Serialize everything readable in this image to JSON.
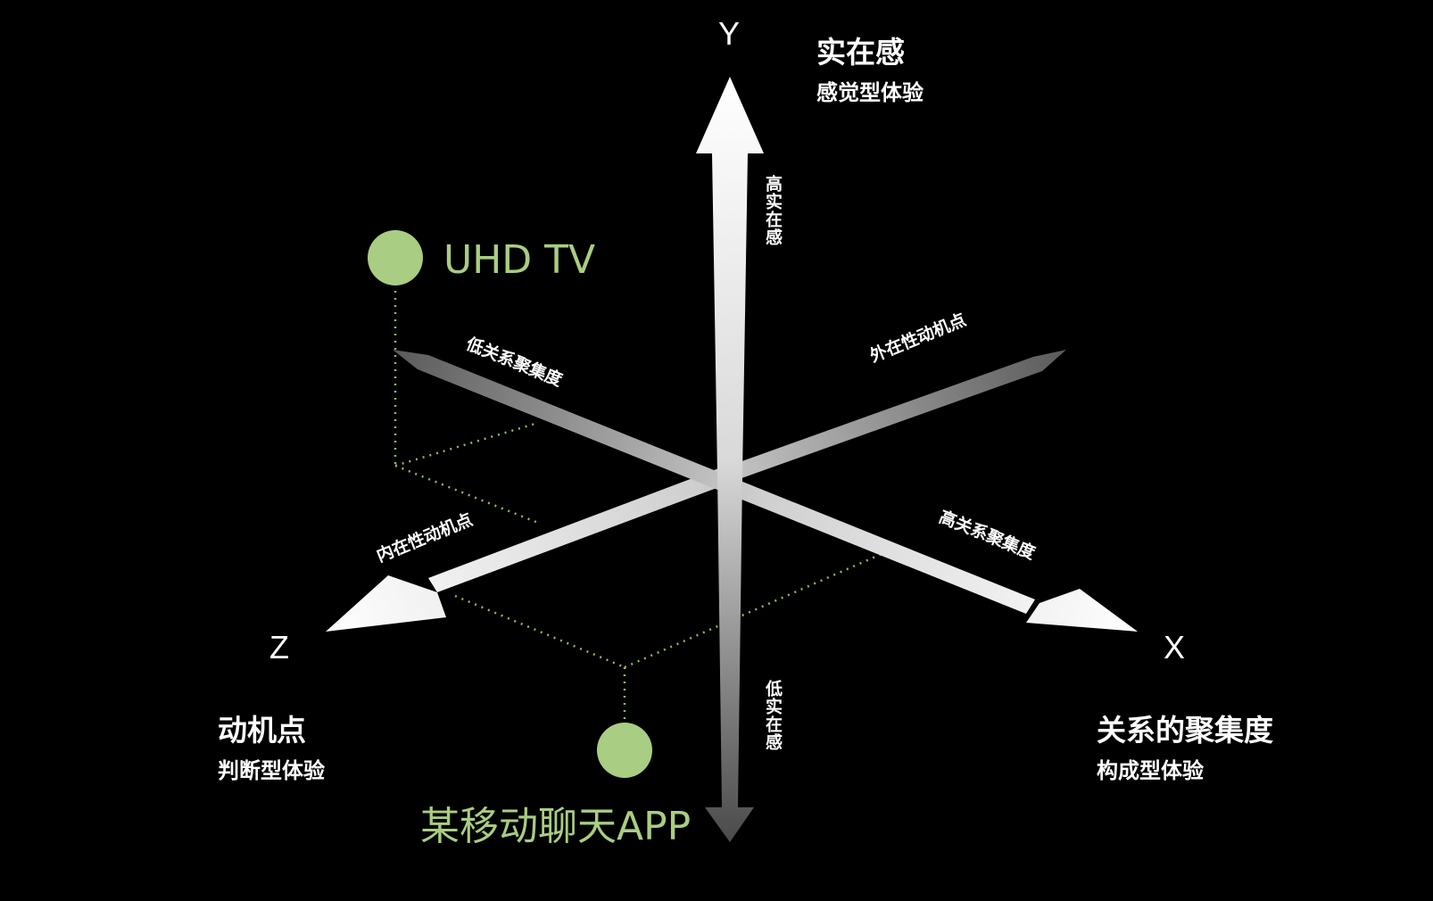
{
  "axes": {
    "y": {
      "letter": "Y",
      "title": "实在感",
      "subtitle": "感觉型体验",
      "high": "高实在感",
      "low": "低实在感"
    },
    "x": {
      "letter": "X",
      "title": "关系的聚集度",
      "subtitle": "构成型体验",
      "high": "高关系聚集度",
      "low": "低关系聚集度"
    },
    "z": {
      "letter": "Z",
      "title": "动机点",
      "subtitle": "判断型体验",
      "high": "内在性动机点",
      "low": "外在性动机点"
    }
  },
  "points": [
    {
      "label": "UHD TV",
      "color": "#a9cd82"
    },
    {
      "label": "某移动聊天APP",
      "color": "#a9cd82"
    }
  ],
  "colors": {
    "background": "#000000",
    "axis_light": "#ffffff",
    "axis_dark": "#555555",
    "point": "#a9cd82",
    "guide": "#9cc46f"
  }
}
